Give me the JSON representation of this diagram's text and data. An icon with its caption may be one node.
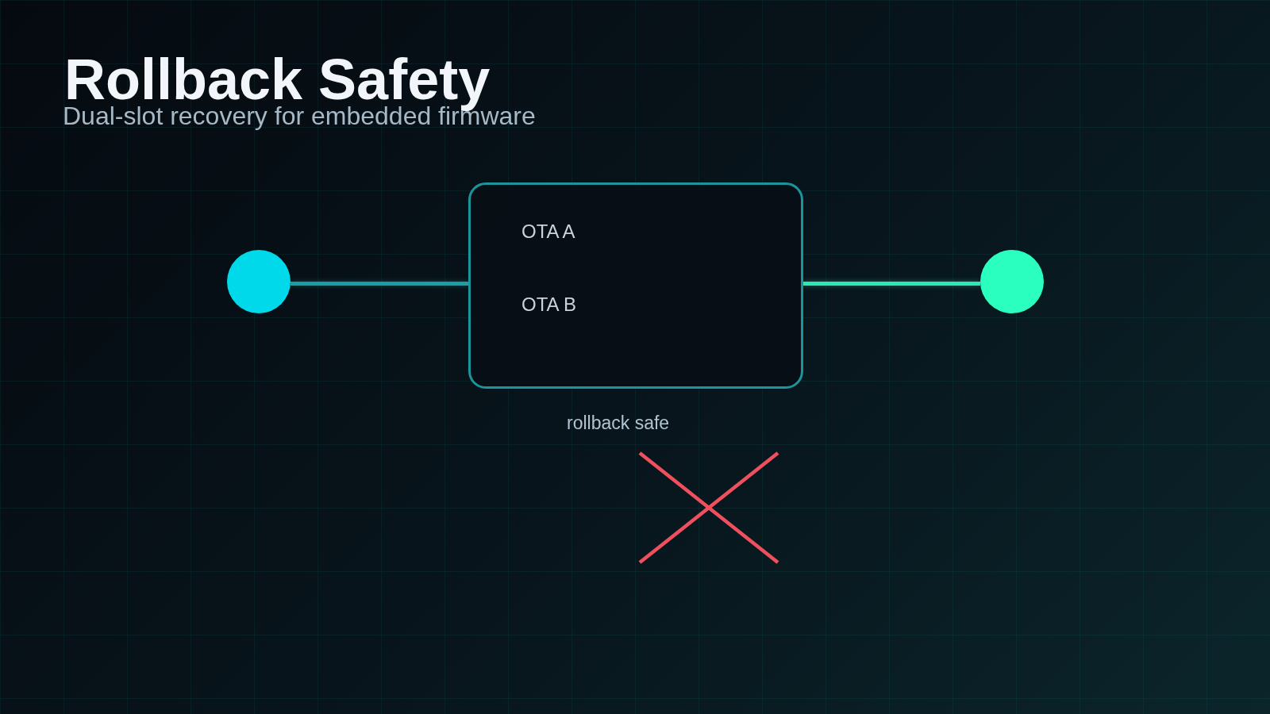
{
  "diagram": {
    "title": "Rollback Safety",
    "nodes": [
      {
        "text": [],
        "shape": "circle"
      },
      {
        "text": [
          "OTA A",
          "OTA B"
        ],
        "beside": [
          "rollback safe"
        ]
      },
      {
        "text": [],
        "shape": "circle"
      }
    ],
    "edges": [
      {
        "from": 0,
        "to": 1,
        "arrow": "none",
        "color": "#1a9ea6"
      },
      {
        "from": 1,
        "to": 2,
        "arrow": "none",
        "color": "#2ee8b4"
      }
    ],
    "labels": [
      "Dual-slot recovery for embedded firmware"
    ]
  }
}
